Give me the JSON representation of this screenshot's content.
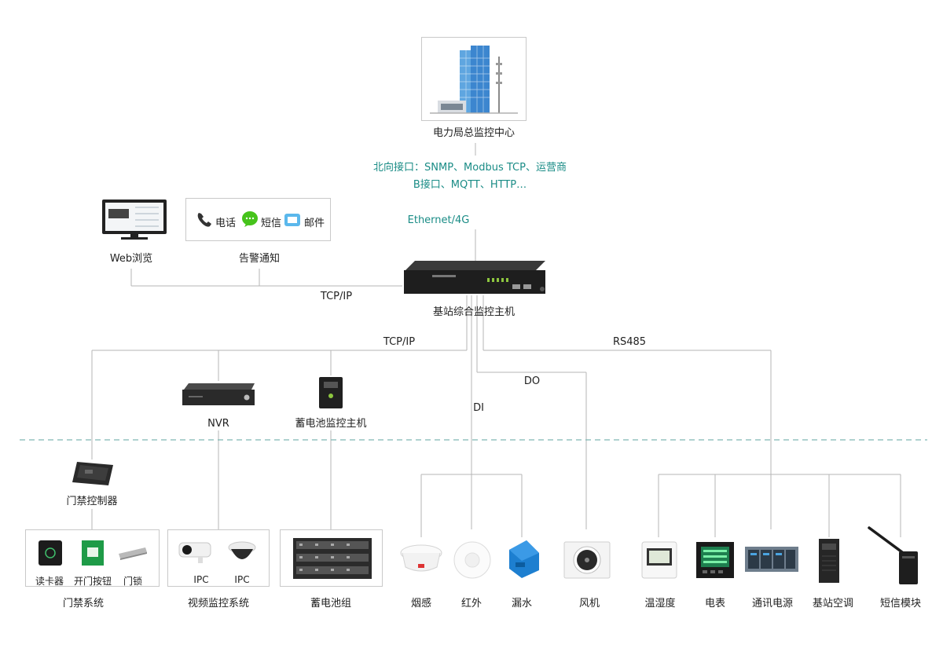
{
  "center": {
    "title": "电力局总监控中心",
    "protocols_line1": "北向接口：SNMP、Modbus TCP、运营商",
    "protocols_line2": "B接口、MQTT、HTTP…",
    "uplink": "Ethernet/4G"
  },
  "top_left": {
    "web_label": "Web浏览",
    "alarm_label": "告警通知",
    "alarm_items": {
      "phone": "电话",
      "sms": "短信",
      "mail": "邮件"
    },
    "tcpip": "TCP/IP"
  },
  "host": {
    "label": "基站综合监控主机"
  },
  "buses": {
    "tcpip": "TCP/IP",
    "rs485": "RS485",
    "do": "DO",
    "di": "DI"
  },
  "mid": {
    "nvr": "NVR",
    "battery_host": "蓄电池监控主机",
    "door_controller": "门禁控制器"
  },
  "groups": {
    "door": {
      "label": "门禁系统",
      "items": [
        "读卡器",
        "开门按钮",
        "门锁"
      ]
    },
    "video": {
      "label": "视频监控系统",
      "items": [
        "IPC",
        "IPC"
      ]
    },
    "battery": {
      "label": "蓄电池组"
    }
  },
  "sensors": [
    "烟感",
    "红外",
    "漏水",
    "风机",
    "温湿度",
    "电表",
    "通讯电源",
    "基站空调",
    "短信模块"
  ],
  "colors": {
    "line": "#b5b5b5",
    "teal": "#1a8c86",
    "dash": "#7fb8b4"
  }
}
